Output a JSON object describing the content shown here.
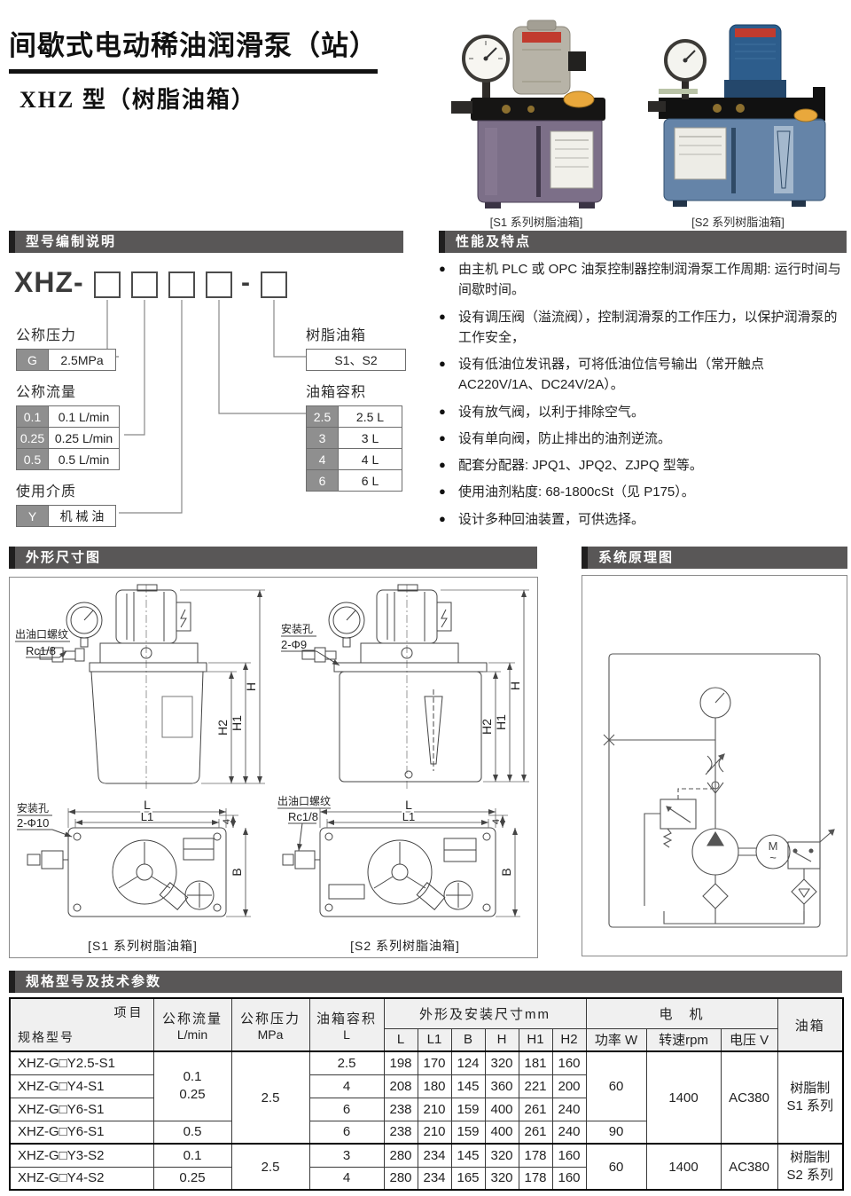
{
  "colors": {
    "section_bar": "#595757",
    "section_bar_accent": "#201f1f",
    "code_cell_gray": "#8f8f8f",
    "table_header_bg": "#f0f0f0",
    "s1_tank_purple": "#6e5f7b",
    "s2_tank_blue": "#54779e",
    "s1_motor_gray": "#b7b3a7",
    "s2_motor_blue": "#2d5d8c",
    "filler_cap_orange": "#e9a83c",
    "red_label": "#c13b2e"
  },
  "header": {
    "title": "间歇式电动稀油润滑泵（站）",
    "subtitle": "XHZ 型（树脂油箱）"
  },
  "photos": {
    "s1_caption": "[S1 系列树脂油箱]",
    "s2_caption": "[S2 系列树脂油箱]"
  },
  "model_code": {
    "section_title": "型号编制说明",
    "prefix": "XHZ-",
    "dash": "-",
    "pressure_label": "公称压力",
    "pressure_code": "G",
    "pressure_value": "2.5MPa",
    "flow_label": "公称流量",
    "flow_items": [
      {
        "code": "0.1",
        "value": "0.1  L/min"
      },
      {
        "code": "0.25",
        "value": "0.25 L/min"
      },
      {
        "code": "0.5",
        "value": "0.5  L/min"
      }
    ],
    "medium_label": "使用介质",
    "medium_code": "Y",
    "medium_value": "机 械 油",
    "tank_label": "树脂油箱",
    "tank_value": "S1、S2",
    "capacity_label": "油箱容积",
    "capacity_items": [
      {
        "code": "2.5",
        "value": "2.5 L"
      },
      {
        "code": "3",
        "value": "3  L"
      },
      {
        "code": "4",
        "value": "4  L"
      },
      {
        "code": "6",
        "value": "6  L"
      }
    ]
  },
  "features": {
    "section_title": "性能及特点",
    "items": [
      "由主机 PLC 或 OPC 油泵控制器控制润滑泵工作周期: 运行时间与间歇时间。",
      "设有调压阀（溢流阀），控制润滑泵的工作压力，以保护润滑泵的工作安全，",
      "设有低油位发讯器，可将低油位信号输出（常开触点 AC220V/1A、DC24V/2A）。",
      "设有放气阀，以利于排除空气。",
      "设有单向阀，防止排出的油剂逆流。",
      "配套分配器: JPQ1、JPQ2、ZJPQ 型等。",
      "使用油剂粘度: 68-1800cSt（见 P175）。",
      "设计多种回油装置，可供选择。"
    ]
  },
  "drawings": {
    "section_title": "外形尺寸图",
    "dim_labels": {
      "H": "H",
      "H1": "H1",
      "H2": "H2",
      "L": "L",
      "L1": "L1",
      "B": "B",
      "offset4": "4"
    },
    "s1": {
      "front_label1": "出油口螺纹",
      "front_label2": "Rc1/8",
      "top_label1": "安装孔",
      "top_label2": "2-Φ10",
      "caption": "[S1 系列树脂油箱]"
    },
    "s2": {
      "front_label1": "安装孔",
      "front_label2": "2-Φ9",
      "top_label1": "出油口螺纹",
      "top_label2": "Rc1/8",
      "caption": "[S2 系列树脂油箱]"
    }
  },
  "schematic": {
    "section_title": "系统原理图",
    "motor_label": "M",
    "motor_tilde": "~"
  },
  "spec_table": {
    "section_title": "规格型号及技术参数",
    "header": {
      "item": "项目",
      "model": "规格型号",
      "flow_1": "公称流量",
      "flow_2": "L/min",
      "pressure_1": "公称压力",
      "pressure_2": "MPa",
      "capacity_1": "油箱容积",
      "capacity_2": "L",
      "dims_group": "外形及安装尺寸mm",
      "motor_group": "电　机",
      "power": "功率 W",
      "speed": "转速rpm",
      "voltage": "电压 V",
      "tank": "油箱",
      "d_l": "L",
      "d_l1": "L1",
      "d_b": "B",
      "d_h": "H",
      "d_h1": "H1",
      "d_h2": "H2"
    },
    "rows": [
      {
        "model": "XHZ-G□Y2.5-S1",
        "flow_a": "0.1",
        "flow_b": "0.25",
        "pressure": "2.5",
        "capacity": "2.5",
        "l": "198",
        "l1": "170",
        "b": "124",
        "h": "320",
        "h1": "181",
        "h2": "160",
        "power": "60",
        "speed": "1400",
        "voltage": "AC380",
        "tank_a": "树脂制",
        "tank_b": "S1 系列"
      },
      {
        "model": "XHZ-G□Y4-S1",
        "capacity": "4",
        "l": "208",
        "l1": "180",
        "b": "145",
        "h": "360",
        "h1": "221",
        "h2": "200"
      },
      {
        "model": "XHZ-G□Y6-S1",
        "capacity": "6",
        "l": "238",
        "l1": "210",
        "b": "159",
        "h": "400",
        "h1": "261",
        "h2": "240"
      },
      {
        "model": "XHZ-G□Y6-S1",
        "flow": "0.5",
        "capacity": "6",
        "l": "238",
        "l1": "210",
        "b": "159",
        "h": "400",
        "h1": "261",
        "h2": "240",
        "power": "90"
      },
      {
        "model": "XHZ-G□Y3-S2",
        "flow": "0.1",
        "pressure": "2.5",
        "capacity": "3",
        "l": "280",
        "l1": "234",
        "b": "145",
        "h": "320",
        "h1": "178",
        "h2": "160",
        "power": "60",
        "speed": "1400",
        "voltage": "AC380",
        "tank_a": "树脂制",
        "tank_b": "S2 系列"
      },
      {
        "model": "XHZ-G□Y4-S2",
        "flow": "0.25",
        "capacity": "4",
        "l": "280",
        "l1": "234",
        "b": "165",
        "h": "320",
        "h1": "178",
        "h2": "160"
      }
    ]
  }
}
